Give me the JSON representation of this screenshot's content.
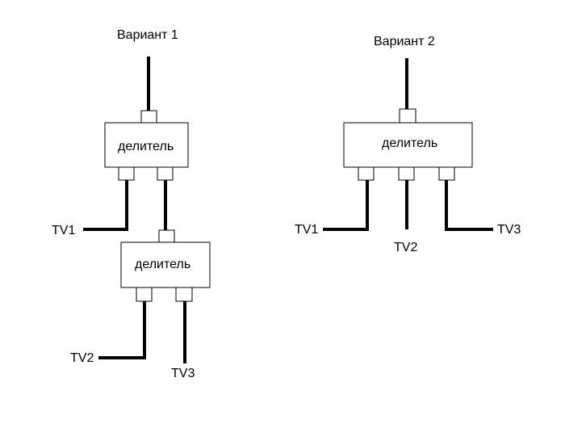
{
  "variant1": {
    "title": "Вариант 1",
    "splitter_top": {
      "label": "делитель"
    },
    "splitter_bottom": {
      "label": "делитель"
    },
    "outputs": {
      "tv1": "TV1",
      "tv2": "TV2",
      "tv3": "TV3"
    }
  },
  "variant2": {
    "title": "Вариант 2",
    "splitter": {
      "label": "делитель"
    },
    "outputs": {
      "tv1": "TV1",
      "tv2": "TV2",
      "tv3": "TV3"
    }
  },
  "colors": {
    "line": "#000000",
    "background": "#ffffff"
  }
}
